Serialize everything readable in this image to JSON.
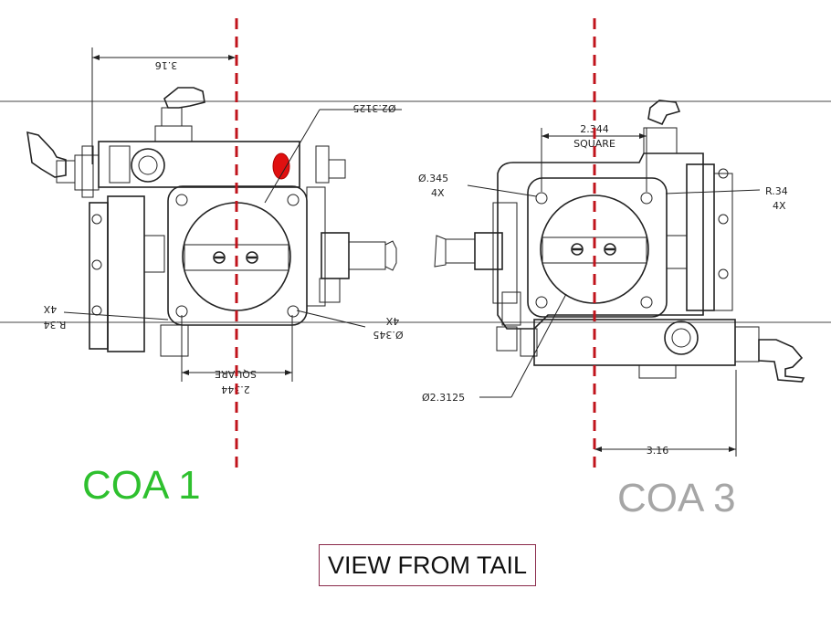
{
  "labels": {
    "coa1": "COA 1",
    "coa3": "COA 3",
    "view": "VIEW FROM TAIL"
  },
  "left_dims": {
    "width": "3.16",
    "bore": "Ø2.3125",
    "radius": "R.34",
    "radius_qty": "4X",
    "hole": "Ø.345",
    "hole_qty": "4X",
    "square_val": "2.344",
    "square_word": "SQUARE"
  },
  "right_dims": {
    "square_val": "2.344",
    "square_word": "SQUARE",
    "hole": "Ø.345",
    "hole_qty": "4X",
    "radius": "R.34",
    "radius_qty": "4X",
    "bore": "Ø2.3125",
    "width": "3.16"
  },
  "colors": {
    "coa1": "#2ec02e",
    "coa3": "#a6a6a6",
    "centerline": "#c0141c",
    "highlight": "#e01010",
    "view_border": "#8a2a4a"
  }
}
